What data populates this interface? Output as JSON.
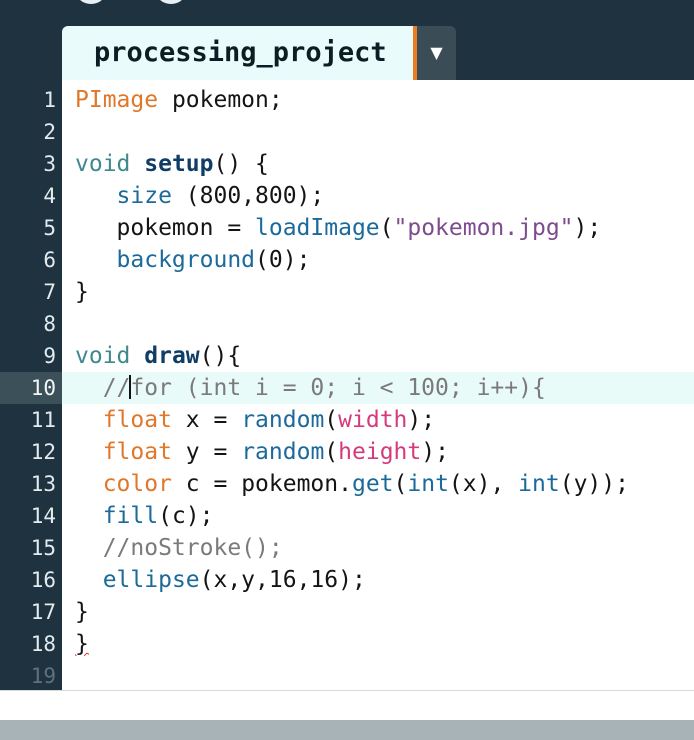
{
  "tab": {
    "name": "processing_project",
    "menu_arrow": "▼"
  },
  "lines": [
    {
      "n": "1",
      "tokens": [
        {
          "t": "PImage",
          "c": "t-type"
        },
        {
          "t": " pokemon;"
        }
      ]
    },
    {
      "n": "2",
      "tokens": []
    },
    {
      "n": "3",
      "tokens": [
        {
          "t": "void",
          "c": "t-kw"
        },
        {
          "t": " "
        },
        {
          "t": "setup",
          "c": "t-fn"
        },
        {
          "t": "() {"
        }
      ]
    },
    {
      "n": "4",
      "tokens": [
        {
          "t": "   "
        },
        {
          "t": "size",
          "c": "t-call"
        },
        {
          "t": " (800,800);"
        }
      ]
    },
    {
      "n": "5",
      "tokens": [
        {
          "t": "   pokemon = "
        },
        {
          "t": "loadImage",
          "c": "t-call"
        },
        {
          "t": "("
        },
        {
          "t": "\"pokemon.jpg\"",
          "c": "t-str"
        },
        {
          "t": ");"
        }
      ]
    },
    {
      "n": "6",
      "tokens": [
        {
          "t": "   "
        },
        {
          "t": "background",
          "c": "t-call"
        },
        {
          "t": "(0);"
        }
      ]
    },
    {
      "n": "7",
      "tokens": [
        {
          "t": "}"
        }
      ]
    },
    {
      "n": "8",
      "tokens": []
    },
    {
      "n": "9",
      "tokens": [
        {
          "t": "void",
          "c": "t-kw"
        },
        {
          "t": " "
        },
        {
          "t": "draw",
          "c": "t-fn"
        },
        {
          "t": "(){"
        }
      ]
    },
    {
      "n": "10",
      "active": true,
      "tokens": [
        {
          "t": "  //",
          "c": "t-cmt"
        },
        {
          "cursor": true
        },
        {
          "t": "for (int i = 0; i < 100; i++){",
          "c": "t-cmt"
        }
      ]
    },
    {
      "n": "11",
      "tokens": [
        {
          "t": "  "
        },
        {
          "t": "float",
          "c": "t-type"
        },
        {
          "t": " x = "
        },
        {
          "t": "random",
          "c": "t-call"
        },
        {
          "t": "("
        },
        {
          "t": "width",
          "c": "t-var"
        },
        {
          "t": ");"
        }
      ]
    },
    {
      "n": "12",
      "tokens": [
        {
          "t": "  "
        },
        {
          "t": "float",
          "c": "t-type"
        },
        {
          "t": " y = "
        },
        {
          "t": "random",
          "c": "t-call"
        },
        {
          "t": "("
        },
        {
          "t": "height",
          "c": "t-var"
        },
        {
          "t": ");"
        }
      ]
    },
    {
      "n": "13",
      "tokens": [
        {
          "t": "  "
        },
        {
          "t": "color",
          "c": "t-type"
        },
        {
          "t": " c = pokemon."
        },
        {
          "t": "get",
          "c": "t-call"
        },
        {
          "t": "("
        },
        {
          "t": "int",
          "c": "t-call"
        },
        {
          "t": "(x), "
        },
        {
          "t": "int",
          "c": "t-call"
        },
        {
          "t": "(y));"
        }
      ]
    },
    {
      "n": "14",
      "tokens": [
        {
          "t": "  "
        },
        {
          "t": "fill",
          "c": "t-call"
        },
        {
          "t": "(c);"
        }
      ]
    },
    {
      "n": "15",
      "tokens": [
        {
          "t": "  //noStroke();",
          "c": "t-cmt"
        }
      ]
    },
    {
      "n": "16",
      "tokens": [
        {
          "t": "  "
        },
        {
          "t": "ellipse",
          "c": "t-call"
        },
        {
          "t": "(x,y,16,16);"
        }
      ]
    },
    {
      "n": "17",
      "tokens": [
        {
          "t": "}"
        }
      ]
    },
    {
      "n": "18",
      "tokens": [
        {
          "t": "}",
          "c": "squiggle"
        }
      ]
    },
    {
      "n": "19",
      "dim": true,
      "tokens": []
    }
  ]
}
